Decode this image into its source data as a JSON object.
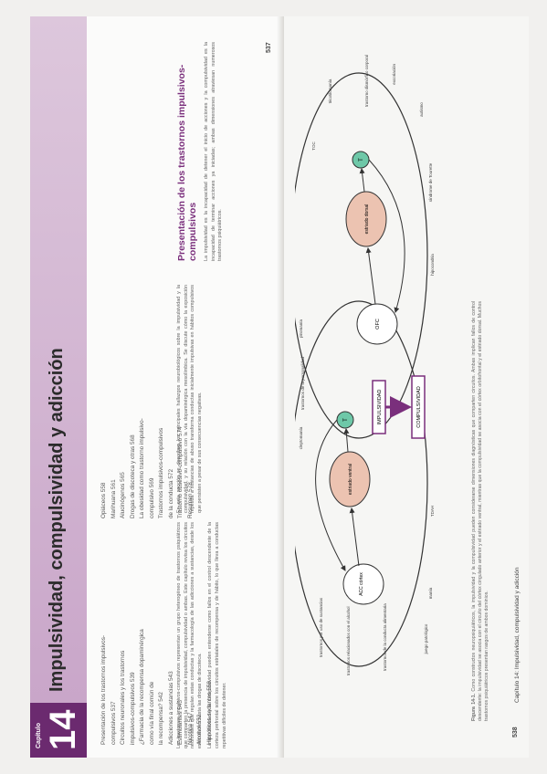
{
  "left_page": {
    "chapter_label": "Capítulo",
    "chapter_number": "14",
    "chapter_title": "Impulsividad, compulsividad y adicción",
    "toc_col1": [
      "Presentación de los trastornos impulsivos-",
      "compulsivos 537",
      "Circuitos neuronales y los trastornos",
      "impulsivos-compulsivos 539",
      "¿Farmacia de la recompensa dopaminérgica",
      "como vía final común de",
      "la recompensa? 542",
      "Adicciones a sustancias 543",
      "Estimulantes 543",
      "Nicotina 547",
      "Alcohol 552",
      "Hipnóticos sedantes 558"
    ],
    "toc_col2": [
      "Opiáceos 558",
      "Marihuana 561",
      "Alucinógenos 565",
      "Drogas de discoteca y otras 568",
      "La obesidad como trastorno impulsivo-",
      "compulsivo 569",
      "Trastornos impulsivos-compulsivos",
      "de la conducta 572",
      "Trastorno obsesivo-compulsivo 574",
      "Resumen 578"
    ],
    "body_col1": [
      "Los trastornos impulsivos-compulsivos representan un grupo heterogéneo de trastornos psiquiátricos que comparten la presencia de impulsividad, compulsividad o ambas. Este capítulo revisa los circuitos neuronales que regulan estas conductas y la farmacología de las adicciones a sustancias, desde los estimulantes hasta las drogas de discoteca.",
      "La impulsividad y la compulsividad pueden entenderse como fallos en el control descendente de la corteza prefrontal sobre los circuitos estriatales de recompensa y de hábito, lo que lleva a conductas repetitivas difíciles de detener."
    ],
    "body_col2": [
      "En esta sección se describen los principales hallazgos neurobiológicos sobre la impulsividad y la compulsividad, y su relación con la vía dopaminérgica mesolímbica. Se discute cómo la exposición repetida a sustancias de abuso transforma conductas inicialmente impulsivas en hábitos compulsivos que persisten a pesar de sus consecuencias negativas."
    ],
    "section_title": "Presentación de los trastornos impulsivos-compulsivos",
    "section_text": "La impulsividad es la incapacidad de detener el inicio de acciones y la compulsividad es la incapacidad de terminar acciones ya iniciadas; ambas dimensiones atraviesan numerosos trastornos psiquiátricos.",
    "page_number": "537"
  },
  "right_page": {
    "running_head": "Capítulo 14: Impulsividad, compulsividad y adicción",
    "page_number": "538",
    "figure": {
      "left_circle": {
        "center_label": "IMPULSIVIDAD",
        "node_acc": "ACC córtex",
        "node_striatum": "estriado ventral",
        "node_t": "T",
        "labels": [
          "trastornos relacionados con el alcohol",
          "trastornos de la conducta alimentaria",
          "manía",
          "TDAH",
          "juego patológico",
          "trastornos por uso de sustancias"
        ]
      },
      "right_circle": {
        "center_label": "COMPULSIVIDAD",
        "node_ofc": "OFC",
        "node_striatum": "estriado dorsal",
        "node_t": "T",
        "labels": [
          "TOC",
          "tricotilomanía",
          "trastorno dismórfico corporal",
          "excoriación",
          "autismo",
          "síndrome de Tourette",
          "hipocondría"
        ]
      },
      "top_labels": [
        "trastornos de la personalidad",
        "piromanía",
        "cleptomanía"
      ]
    },
    "caption_title": "Figura 14-1.",
    "caption_text": "Como constructos neuropsiquiátricos, la impulsividad y la compulsividad pueden considerarse dimensiones diagnósticas que comparten circuitos. Ambas implican fallos de control descendente: la impulsividad se asocia con el circuito del córtex cingulado anterior y el estriado ventral, mientras que la compulsividad se asocia con el córtex orbitofrontal y el estriado dorsal. Muchos trastornos psiquiátricos presentan rasgos de ambos dominios."
  },
  "colors": {
    "accent": "#7a2f7c",
    "node_fill": "#ecc3b1",
    "t_fill": "#6ec8a8"
  }
}
